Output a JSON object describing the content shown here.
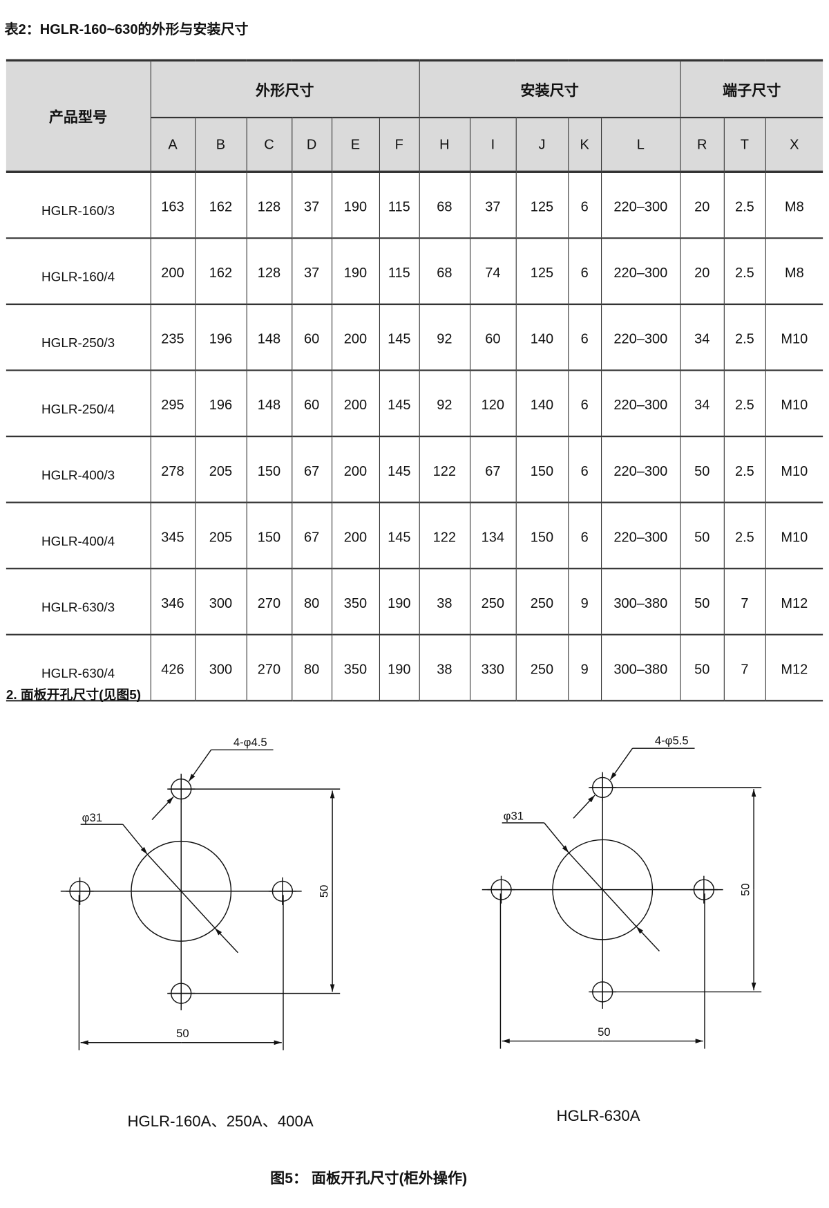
{
  "title": "表2：HGLR-160~630的外形与安装尺寸",
  "table": {
    "model_header": "产品型号",
    "groups": [
      "外形尺寸",
      "安装尺寸",
      "端子尺寸"
    ],
    "columns": [
      "A",
      "B",
      "C",
      "D",
      "E",
      "F",
      "H",
      "I",
      "J",
      "K",
      "L",
      "R",
      "T",
      "X"
    ],
    "rows": [
      {
        "model": "HGLR-160/3",
        "values": [
          "163",
          "162",
          "128",
          "37",
          "190",
          "115",
          "68",
          "37",
          "125",
          "6",
          "220–300",
          "20",
          "2.5",
          "M8"
        ]
      },
      {
        "model": "HGLR-160/4",
        "values": [
          "200",
          "162",
          "128",
          "37",
          "190",
          "115",
          "68",
          "74",
          "125",
          "6",
          "220–300",
          "20",
          "2.5",
          "M8"
        ]
      },
      {
        "model": "HGLR-250/3",
        "values": [
          "235",
          "196",
          "148",
          "60",
          "200",
          "145",
          "92",
          "60",
          "140",
          "6",
          "220–300",
          "34",
          "2.5",
          "M10"
        ]
      },
      {
        "model": "HGLR-250/4",
        "values": [
          "295",
          "196",
          "148",
          "60",
          "200",
          "145",
          "92",
          "120",
          "140",
          "6",
          "220–300",
          "34",
          "2.5",
          "M10"
        ]
      },
      {
        "model": "HGLR-400/3",
        "values": [
          "278",
          "205",
          "150",
          "67",
          "200",
          "145",
          "122",
          "67",
          "150",
          "6",
          "220–300",
          "50",
          "2.5",
          "M10"
        ]
      },
      {
        "model": "HGLR-400/4",
        "values": [
          "345",
          "205",
          "150",
          "67",
          "200",
          "145",
          "122",
          "134",
          "150",
          "6",
          "220–300",
          "50",
          "2.5",
          "M10"
        ]
      },
      {
        "model": "HGLR-630/3",
        "values": [
          "346",
          "300",
          "270",
          "80",
          "350",
          "190",
          "38",
          "250",
          "250",
          "9",
          "300–380",
          "50",
          "7",
          "M12"
        ]
      },
      {
        "model": "HGLR-630/4",
        "values": [
          "426",
          "300",
          "270",
          "80",
          "350",
          "190",
          "38",
          "330",
          "250",
          "9",
          "300–380",
          "50",
          "7",
          "M12"
        ]
      }
    ]
  },
  "section_title": "2. 面板开孔尺寸(见图5)",
  "diagrams": [
    {
      "hole_label": "4-φ4.5",
      "center_label": "φ31",
      "dim_h": "50",
      "dim_v": "50",
      "caption": "HGLR-160A、250A、400A"
    },
    {
      "hole_label": "4-φ5.5",
      "center_label": "φ31",
      "dim_h": "50",
      "dim_v": "50",
      "caption": "HGLR-630A"
    }
  ],
  "figure_caption": "图5：  面板开孔尺寸(柜外操作)"
}
